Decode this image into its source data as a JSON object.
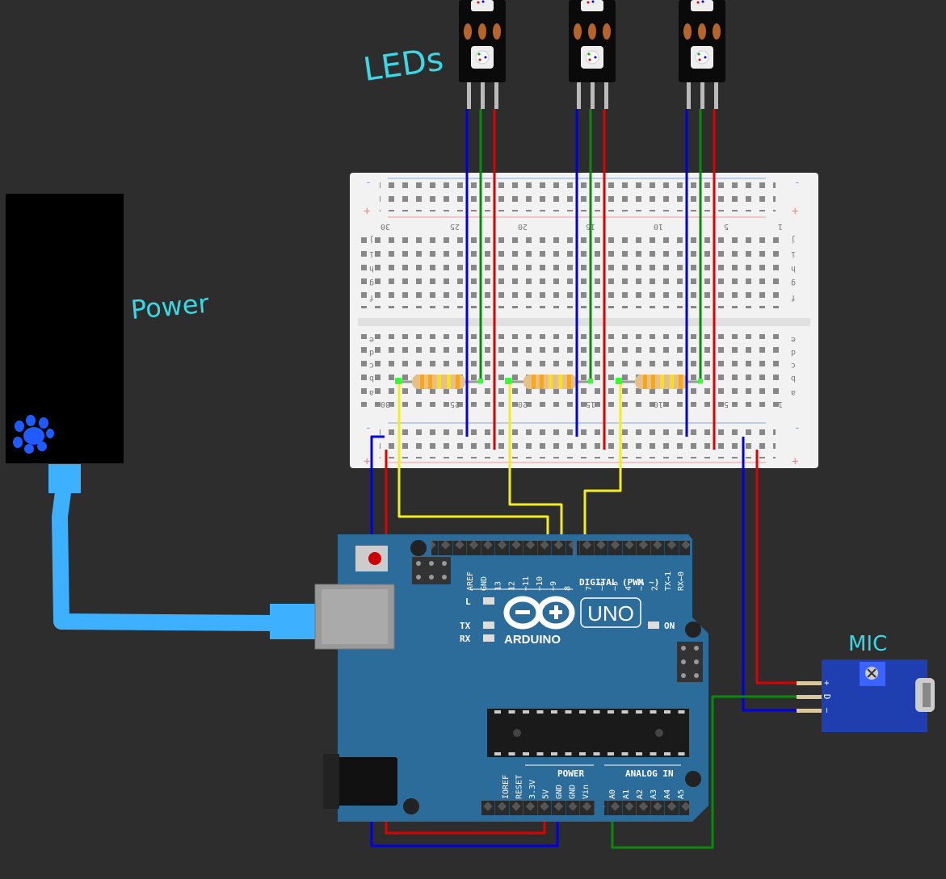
{
  "annotations": {
    "leds": "LEDs",
    "power": "Power",
    "mic": "MIC"
  },
  "breadboard": {
    "column_numbers": [
      "30",
      "25",
      "20",
      "15",
      "10",
      "5",
      "1"
    ],
    "row_letters_top": [
      "j",
      "i",
      "h",
      "g",
      "f"
    ],
    "row_letters_bottom": [
      "e",
      "d",
      "c",
      "b",
      "a"
    ],
    "rail_plus": "+",
    "rail_minus": "-"
  },
  "arduino": {
    "digital_pins": [
      "AREF",
      "GND",
      "13",
      "12",
      "~11",
      "~10",
      "~9",
      "8",
      "7",
      "~6",
      "~5",
      "4",
      "~3",
      "2",
      "TX→1",
      "RX←0"
    ],
    "digital_label": "DIGITAL (PWM ~)",
    "power_pins": [
      "IOREF",
      "RESET",
      "3.3V",
      "5V",
      "GND",
      "GND",
      "Vin"
    ],
    "power_label": "POWER",
    "analog_pins": [
      "A0",
      "A1",
      "A2",
      "A3",
      "A4",
      "A5"
    ],
    "analog_label": "ANALOG IN",
    "led_l": "L",
    "led_tx": "TX",
    "led_rx": "RX",
    "led_on": "ON",
    "brand": "ARDUINO",
    "model": "UNO"
  },
  "mic_module": {
    "pin_labels": [
      "+",
      "D",
      "−"
    ]
  },
  "colors": {
    "background": "#2d2d2d",
    "board_blue": "#2b6c9b",
    "wire_blue": "#0000e6",
    "wire_red": "#e00000",
    "wire_green": "#0a8a0a",
    "wire_yellow": "#f5ec1c",
    "cable_blue": "#3db1ff",
    "annotation": "#39d8e6",
    "paw": "#1f5bff"
  }
}
